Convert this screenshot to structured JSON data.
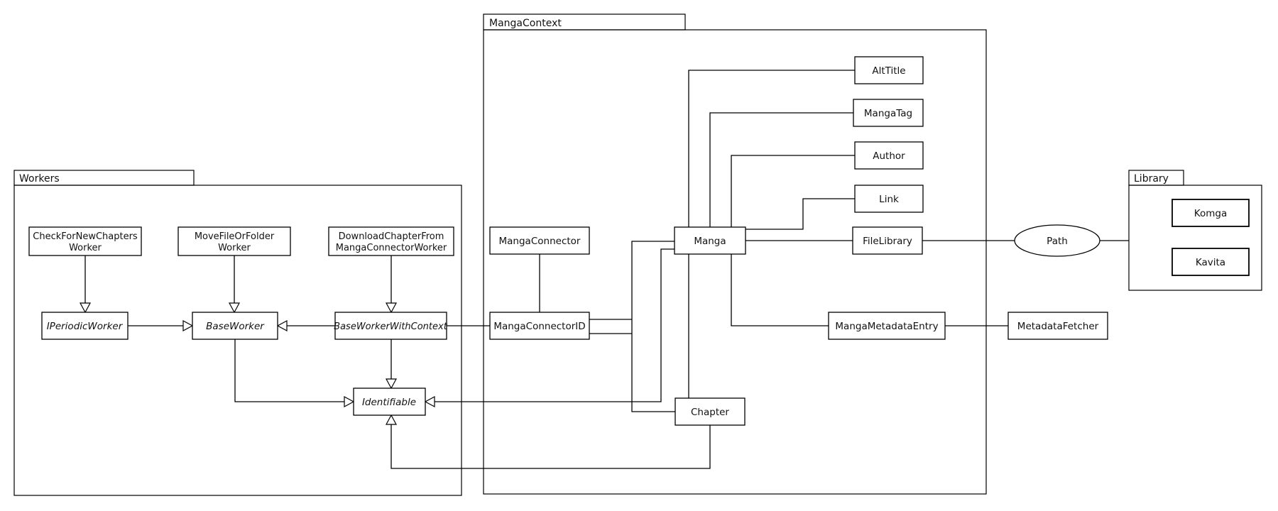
{
  "diagram": {
    "type": "uml-package-class-diagram",
    "background_color": "#ffffff",
    "line_color": "#000000",
    "text_color": "#111111"
  },
  "packages": {
    "workers": {
      "label": "Workers"
    },
    "manga_context": {
      "label": "MangaContext"
    },
    "library": {
      "label": "Library"
    }
  },
  "nodes": {
    "check_for_new_chapters_worker": {
      "line1": "CheckForNewChapters",
      "line2": "Worker"
    },
    "move_file_or_folder_worker": {
      "line1": "MoveFileOrFolder",
      "line2": "Worker"
    },
    "download_chapter_from_manga_connector_worker": {
      "line1": "DownloadChapterFrom",
      "line2": "MangaConnectorWorker"
    },
    "iperiodic_worker": {
      "label": "IPeriodicWorker",
      "style": "italic"
    },
    "base_worker": {
      "label": "BaseWorker",
      "style": "italic"
    },
    "base_worker_with_context": {
      "label": "BaseWorkerWithContext",
      "style": "italic"
    },
    "identifiable": {
      "label": "Identifiable",
      "style": "italic"
    },
    "manga_connector": {
      "label": "MangaConnector"
    },
    "manga_connector_id": {
      "label": "MangaConnectorID"
    },
    "manga": {
      "label": "Manga"
    },
    "alt_title": {
      "label": "AltTitle"
    },
    "manga_tag": {
      "label": "MangaTag"
    },
    "author": {
      "label": "Author"
    },
    "link": {
      "label": "Link"
    },
    "file_library": {
      "label": "FileLibrary"
    },
    "manga_metadata_entry": {
      "label": "MangaMetadataEntry"
    },
    "chapter": {
      "label": "Chapter"
    },
    "metadata_fetcher": {
      "label": "MetadataFetcher"
    },
    "path": {
      "label": "Path",
      "shape": "ellipse"
    },
    "komga": {
      "label": "Komga"
    },
    "kavita": {
      "label": "Kavita"
    }
  },
  "edges": [
    {
      "from": "CheckForNewChaptersWorker",
      "to": "IPeriodicWorker",
      "type": "generalization"
    },
    {
      "from": "MoveFileOrFolderWorker",
      "to": "BaseWorker",
      "type": "generalization"
    },
    {
      "from": "DownloadChapterFromMangaConnectorWorker",
      "to": "BaseWorkerWithContext",
      "type": "generalization"
    },
    {
      "from": "IPeriodicWorker",
      "to": "BaseWorker",
      "type": "generalization"
    },
    {
      "from": "BaseWorkerWithContext",
      "to": "BaseWorker",
      "type": "generalization"
    },
    {
      "from": "BaseWorkerWithContext",
      "to": "Identifiable",
      "type": "generalization"
    },
    {
      "from": "BaseWorker",
      "to": "Identifiable",
      "type": "generalization"
    },
    {
      "from": "Manga",
      "to": "Identifiable",
      "type": "generalization"
    },
    {
      "from": "Chapter",
      "to": "Identifiable",
      "type": "generalization"
    },
    {
      "from": "BaseWorkerWithContext",
      "to": "MangaConnectorID",
      "type": "association"
    },
    {
      "from": "MangaConnector",
      "to": "MangaConnectorID",
      "type": "association"
    },
    {
      "from": "MangaConnectorID",
      "to": "Manga",
      "type": "association"
    },
    {
      "from": "MangaConnectorID",
      "to": "Chapter",
      "type": "association"
    },
    {
      "from": "Manga",
      "to": "Chapter",
      "type": "association"
    },
    {
      "from": "Manga",
      "to": "AltTitle",
      "type": "association"
    },
    {
      "from": "Manga",
      "to": "MangaTag",
      "type": "association"
    },
    {
      "from": "Manga",
      "to": "Author",
      "type": "association"
    },
    {
      "from": "Manga",
      "to": "Link",
      "type": "association"
    },
    {
      "from": "Manga",
      "to": "FileLibrary",
      "type": "association"
    },
    {
      "from": "Manga",
      "to": "MangaMetadataEntry",
      "type": "association"
    },
    {
      "from": "FileLibrary",
      "to": "Path",
      "type": "association"
    },
    {
      "from": "Path",
      "to": "Library",
      "type": "association"
    },
    {
      "from": "MangaMetadataEntry",
      "to": "MetadataFetcher",
      "type": "association"
    }
  ]
}
